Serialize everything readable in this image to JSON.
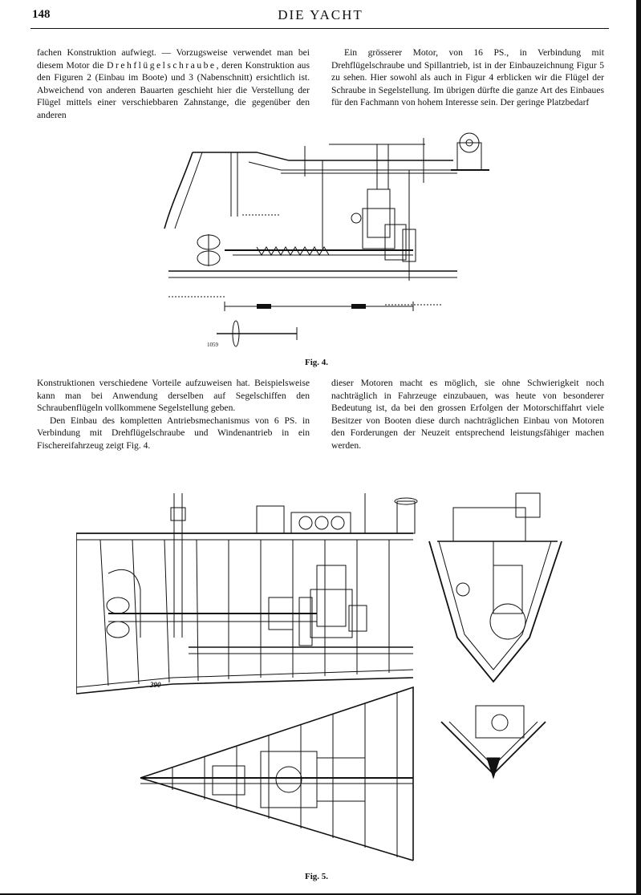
{
  "header": {
    "page_number": "148",
    "running_title": "DIE YACHT"
  },
  "text": {
    "top_left": {
      "before_spaced": "fachen Konstruktion aufwiegt. — Vorzugsweise verwendet man bei diesem Motor die ",
      "spaced": "Drehflügelschraube",
      "after_spaced": ", deren Konstruktion aus den Figuren 2 (Einbau im Boote) und 3 (Nabenschnitt) ersichtlich ist. Abweichend von anderen Bauarten geschieht hier die Verstellung der Flügel mittels einer verschiebbaren Zahnstange, die gegenüber den anderen"
    },
    "top_right": "Ein grösserer Motor, von 16 PS., in Verbindung mit Drehflügelschraube und Spillantrieb, ist in der Einbauzeichnung Figur 5 zu sehen. Hier sowohl als auch in Figur 4 erblicken wir die Flügel der Schraube in Segelstellung. Im übrigen dürfte die ganze Art des Einbaues für den Fachmann von hohem Interesse sein. Der geringe Platzbedarf",
    "mid_left_p1": "Konstruktionen verschiedene Vorteile aufzuweisen hat. Beispielsweise kann man bei Anwendung derselben auf Segelschiffen den Schraubenflügeln vollkommene Segelstellung geben.",
    "mid_left_p2": "Den Einbau des kompletten Antriebsmechanismus von 6 PS. in Verbindung mit Drehflügelschraube und Windenantrieb in ein Fischereifahrzeug zeigt Fig. 4.",
    "mid_right": "dieser Motoren macht es möglich, sie ohne Schwierigkeit noch nachträglich in Fahrzeuge einzubauen, was heute von besonderer Bedeutung ist, da bei den grossen Erfolgen der Motorschiffahrt viele Besitzer von Booten diese durch nachträglichen Einbau von Motoren den Forderungen der Neuzeit entsprechend leistungsfähiger machen werden."
  },
  "figures": {
    "fig4": {
      "caption": "Fig. 4.",
      "number_mark": "1059"
    },
    "fig5": {
      "caption": "Fig. 5.",
      "number_mark": "390"
    }
  },
  "colors": {
    "ink": "#111111",
    "paper": "#ffffff"
  }
}
